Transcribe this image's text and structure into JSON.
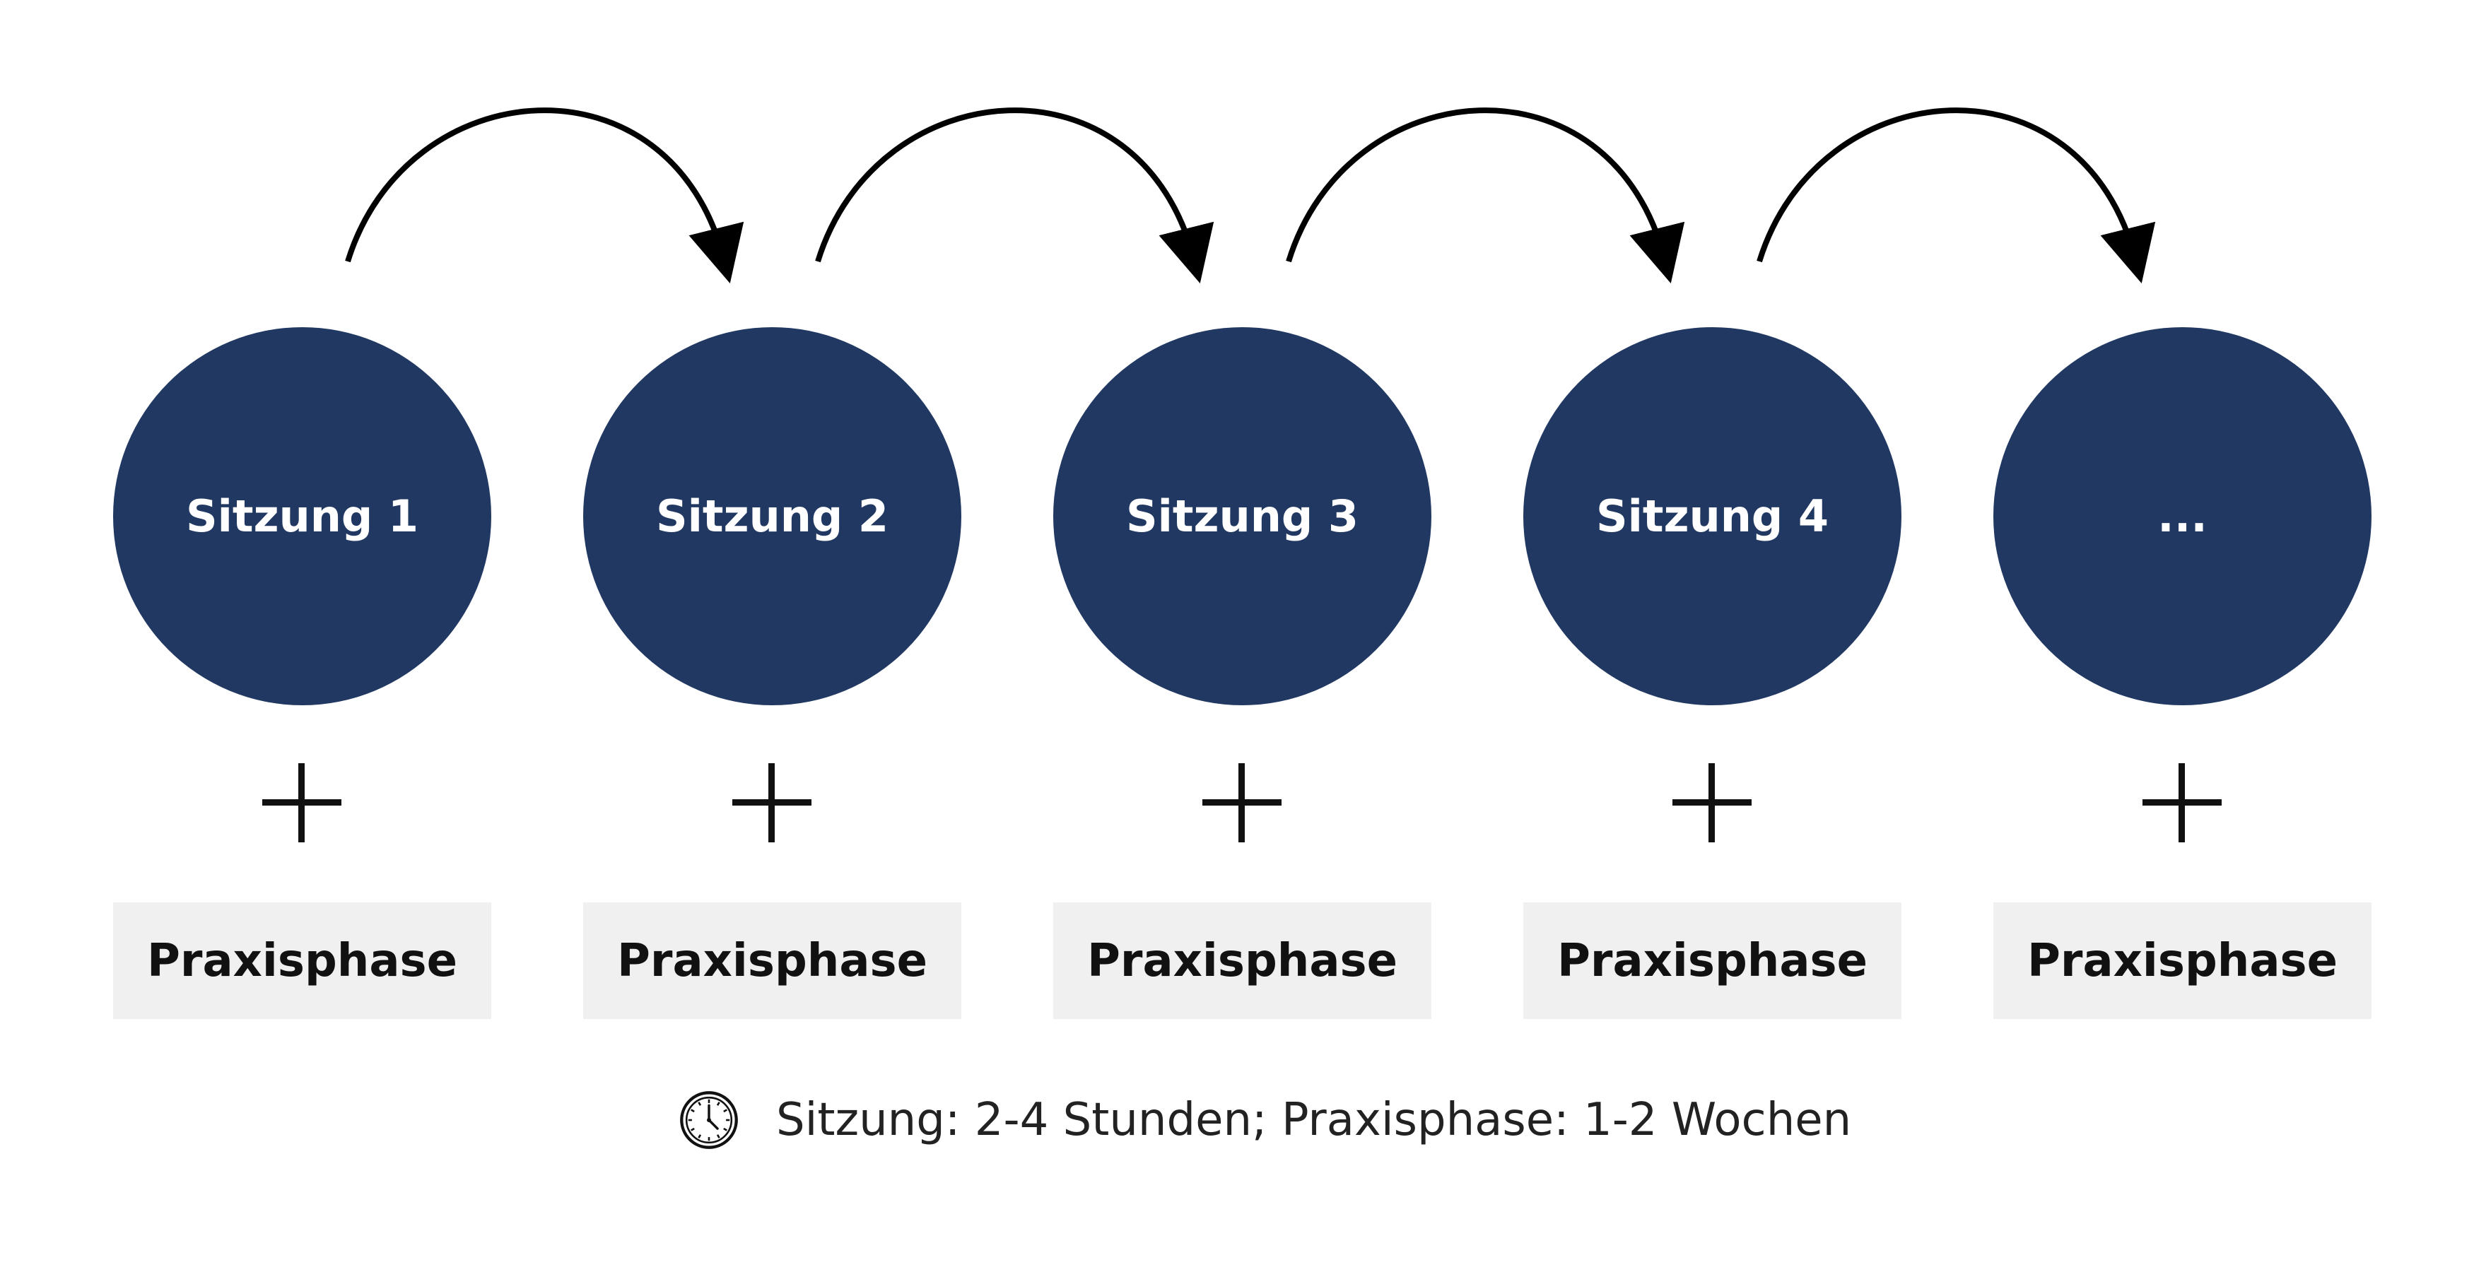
{
  "steps": [
    {
      "session_label": "Sitzung 1",
      "phase_label": "Praxisphase"
    },
    {
      "session_label": "Sitzung 2",
      "phase_label": "Praxisphase"
    },
    {
      "session_label": "Sitzung 3",
      "phase_label": "Praxisphase"
    },
    {
      "session_label": "Sitzung 4",
      "phase_label": "Praxisphase"
    },
    {
      "session_label": "...",
      "phase_label": "Praxisphase"
    }
  ],
  "legend": {
    "icon": "clock-icon",
    "text": "Sitzung: 2-4 Stunden; Praxisphase: 1-2 Wochen"
  },
  "colors": {
    "circle": "#203862",
    "phase_box": "#f0f0f0",
    "arrow": "#000000"
  }
}
